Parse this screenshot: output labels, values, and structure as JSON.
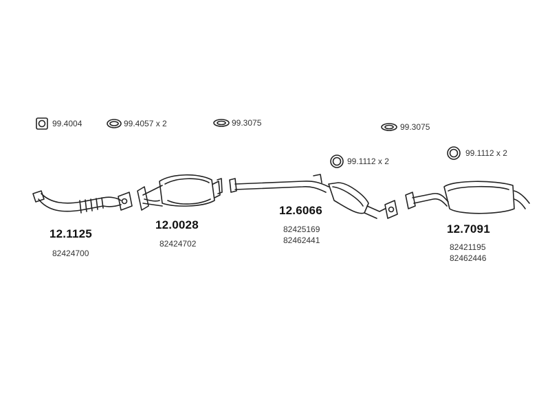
{
  "accessories": [
    {
      "id": "gasket_square",
      "icon": "square-gasket-icon",
      "label": "99.4004"
    },
    {
      "id": "gasket_oval",
      "icon": "oval-gasket-icon",
      "label": "99.4057 x 2"
    },
    {
      "id": "bracket_top",
      "icon": "rubber-hanger-icon",
      "label": "99.3075"
    },
    {
      "id": "bracket_mid",
      "icon": "rubber-hanger-icon",
      "label": "99.3075"
    },
    {
      "id": "ring_mid",
      "icon": "ring-gasket-icon",
      "label": "99.1112 x 2"
    },
    {
      "id": "ring_rear",
      "icon": "ring-gasket-icon",
      "label": "99.1112 x 2"
    }
  ],
  "parts": [
    {
      "id": "front_pipe",
      "number": "12.1125",
      "refs": [
        "82424700"
      ]
    },
    {
      "id": "catalyst",
      "number": "12.0028",
      "refs": [
        "82424702"
      ]
    },
    {
      "id": "middle_silencer",
      "number": "12.6066",
      "refs": [
        "82425169",
        "82462441"
      ]
    },
    {
      "id": "rear_silencer",
      "number": "12.7091",
      "refs": [
        "82421195",
        "82462446"
      ]
    }
  ]
}
